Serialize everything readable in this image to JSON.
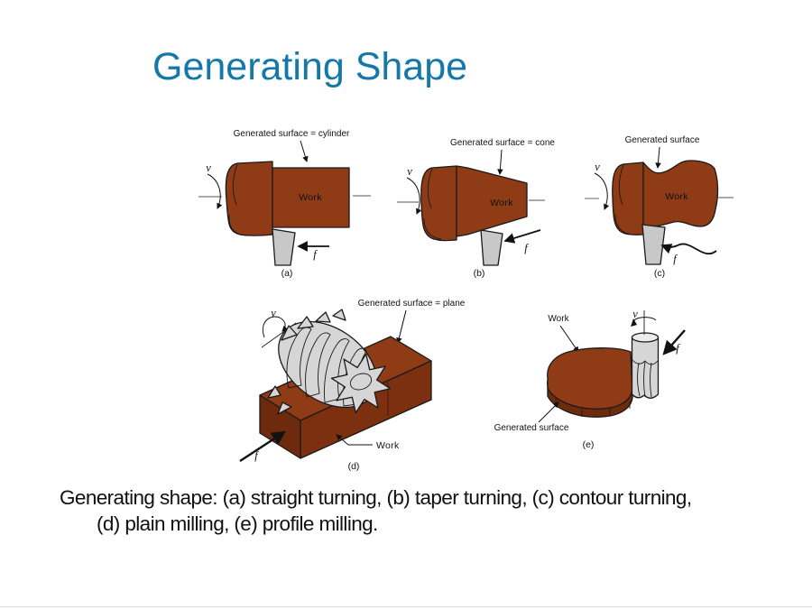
{
  "slide": {
    "title": "Generating Shape"
  },
  "caption": {
    "line1": "Generating shape: (a) straight turning, (b) taper turning, (c) contour turning,",
    "line2": "(d) plain milling, (e) profile milling."
  },
  "colors": {
    "title_blue": "#1478a8",
    "work_brown": "#8e3b16",
    "work_brown_medium": "#7c300f",
    "work_brown_dark": "#6e2a0c",
    "tool_gray": "#c8c8c8",
    "cutter_gray": "#d6d6d6",
    "cutter_gray_shadow": "#b9b9b9",
    "cutter_hole_gray": "#ececec",
    "outline": "#1a1a1a",
    "text_black": "#111111"
  },
  "diagrams": {
    "a": {
      "surface": "Generated surface = cylinder",
      "work": "Work",
      "v": "v",
      "f": "f",
      "tag": "(a)"
    },
    "b": {
      "surface": "Generated surface = cone",
      "work": "Work",
      "v": "v",
      "f": "f",
      "tag": "(b)"
    },
    "c": {
      "surface": "Generated surface",
      "work": "Work",
      "v": "v",
      "f": "f",
      "tag": "(c)"
    },
    "d": {
      "surface": "Generated surface = plane",
      "work": "Work",
      "v": "v",
      "f": "f",
      "tag": "(d)"
    },
    "e": {
      "surface": "Generated surface",
      "work": "Work",
      "v": "v",
      "f": "f",
      "tag": "(e)"
    }
  }
}
